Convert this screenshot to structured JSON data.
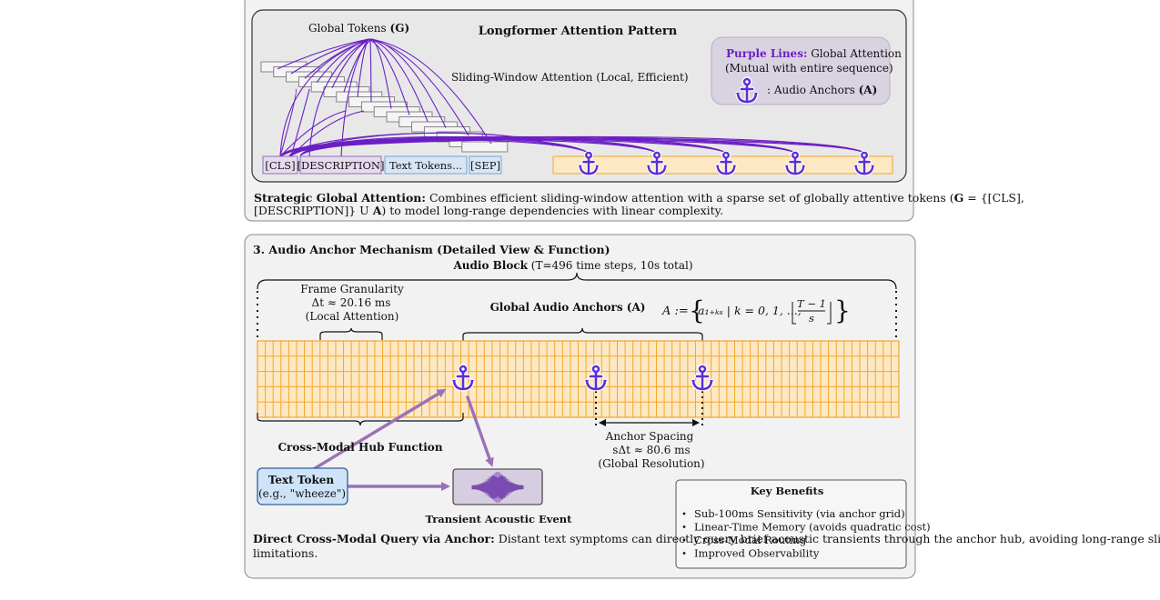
{
  "top_panel": {
    "title": "Longformer Attention Pattern",
    "global_tokens_label": "Global Tokens",
    "global_tokens_symbol": "(G)",
    "sliding_window_label": "Sliding-Window Attention (Local, Efficient)",
    "legend": {
      "purple_lines_label": "Purple Lines:",
      "purple_lines_text": "Global Attention",
      "mutual_text": "(Mutual with entire sequence)",
      "anchor_text": ": Audio Anchors",
      "anchor_symbol": "(A)"
    },
    "tokens": {
      "cls": "[CLS]",
      "description": "[DESCRIPTION]",
      "text_tokens": "Text Tokens...",
      "sep": "[SEP]"
    },
    "caption_bold": "Strategic Global Attention:",
    "caption_line1": "Combines efficient sliding-window attention with a sparse set of globally attentive tokens (",
    "caption_G": "G",
    "caption_line1_end": " = {[CLS],",
    "caption_line2_start": "[DESCRIPTION]} U ",
    "caption_A": "A",
    "caption_line2_end": ") to model long-range dependencies with linear complexity."
  },
  "bottom_panel": {
    "title": "3. Audio Anchor Mechanism (Detailed View & Function)",
    "audio_block_bold": "Audio Block",
    "audio_block_detail": " (T=496 time steps, 10s total)",
    "frame_granularity": "Frame Granularity",
    "frame_dt": "Δt ≈ 20.16 ms",
    "frame_local": "(Local Attention)",
    "global_anchors_label": "Global Audio Anchors (A)",
    "formula_lhs": "A := ",
    "formula_body": "a₁₊ₖₛ | k = 0, 1, ..., ",
    "formula_num": "T − 1",
    "formula_den": "s",
    "anchor_spacing": "Anchor Spacing",
    "anchor_spacing_value": "sΔt ≈ 80.6 ms",
    "anchor_spacing_res": "(Global Resolution)",
    "hub_label": "Cross-Modal Hub Function",
    "text_token_title": "Text Token",
    "text_token_example": "(e.g., \"wheeze\")",
    "transient_label": "Transient Acoustic Event",
    "key_benefits": {
      "title": "Key Benefits",
      "items": [
        "Sub-100ms Sensitivity (via anchor grid)",
        "Linear-Time Memory (avoids quadratic cost)",
        "Cross-Modal Routing",
        "Improved Observability"
      ]
    },
    "caption_bold": "Direct Cross-Modal Query via Anchor:",
    "caption_line1": " Distant text symptoms can directly query brief acoustic transients through the anchor hub, avoiding long-range sliding window",
    "caption_line2": "limitations."
  },
  "colors": {
    "purple": "#6a1fc4",
    "arrow_purple": "#9a72b8",
    "orange": "#f4a62a",
    "orange_fill": "#fde8c4",
    "panel_fill": "#ececec",
    "inner_panel_fill": "#e6e6e6",
    "legend_fill": "#d9d2e0",
    "cls_fill": "#e6dbee",
    "text_tokens_fill": "#d6e6f7",
    "text_token_box_fill": "#cfe3f8"
  },
  "icons": {
    "anchor": "anchor-icon",
    "sound": "waveform-icon"
  }
}
